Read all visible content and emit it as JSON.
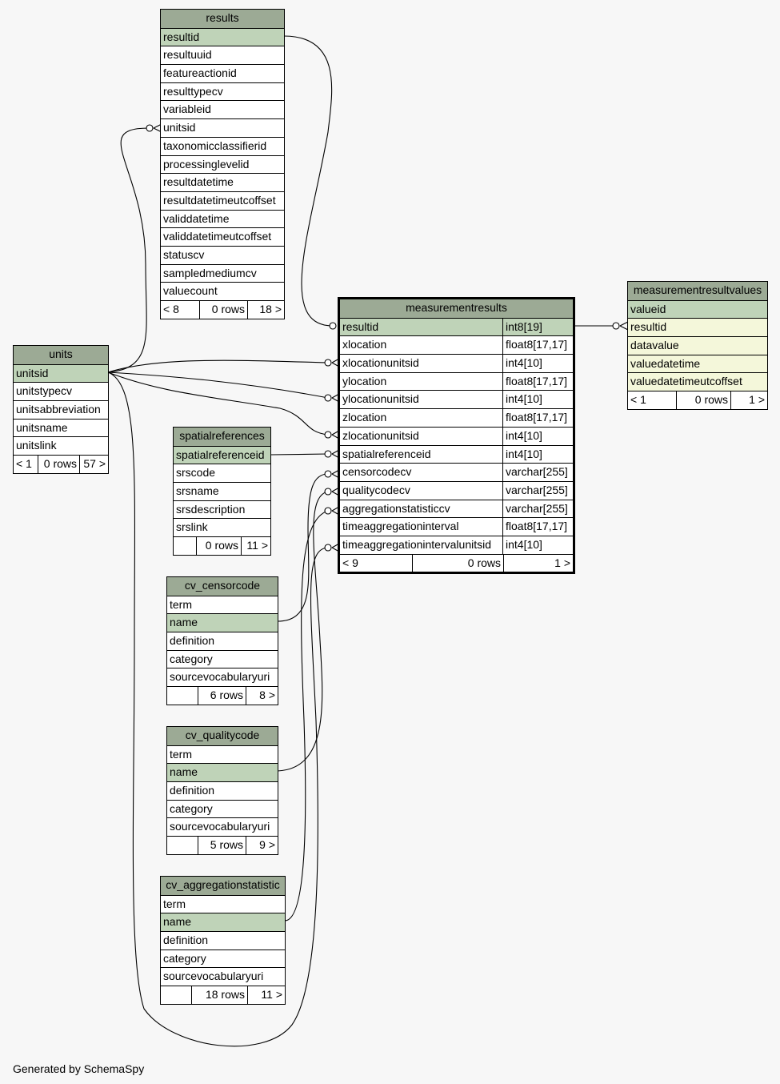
{
  "tables": [
    {
      "id": "results",
      "title": "results",
      "columns": [
        "resultid",
        "resultuuid",
        "featureactionid",
        "resulttypecv",
        "variableid",
        "unitsid",
        "taxonomicclassifierid",
        "processinglevelid",
        "resultdatetime",
        "resultdatetimeutcoffset",
        "validdatetime",
        "validdatetimeutcoffset",
        "statuscv",
        "sampledmediumcv",
        "valuecount"
      ],
      "pk": [
        "resultid"
      ],
      "footer": [
        "< 8",
        "0 rows",
        "18 >"
      ]
    },
    {
      "id": "units",
      "title": "units",
      "columns": [
        "unitsid",
        "unitstypecv",
        "unitsabbreviation",
        "unitsname",
        "unitslink"
      ],
      "pk": [
        "unitsid"
      ],
      "footer": [
        "< 1",
        "0 rows",
        "57 >"
      ]
    },
    {
      "id": "spatialreferences",
      "title": "spatialreferences",
      "columns": [
        "spatialreferenceid",
        "srscode",
        "srsname",
        "srsdescription",
        "srslink"
      ],
      "pk": [
        "spatialreferenceid"
      ],
      "footer": [
        "",
        "0 rows",
        "11 >"
      ]
    },
    {
      "id": "cv_censorcode",
      "title": "cv_censorcode",
      "columns": [
        "term",
        "name",
        "definition",
        "category",
        "sourcevocabularyuri"
      ],
      "pk": [
        "name"
      ],
      "footer": [
        "",
        "6 rows",
        "8 >"
      ]
    },
    {
      "id": "cv_qualitycode",
      "title": "cv_qualitycode",
      "columns": [
        "term",
        "name",
        "definition",
        "category",
        "sourcevocabularyuri"
      ],
      "pk": [
        "name"
      ],
      "footer": [
        "",
        "5 rows",
        "9 >"
      ]
    },
    {
      "id": "cv_aggregationstatistic",
      "title": "cv_aggregationstatistic",
      "columns": [
        "term",
        "name",
        "definition",
        "category",
        "sourcevocabularyuri"
      ],
      "pk": [
        "name"
      ],
      "footer": [
        "",
        "18 rows",
        "11 >"
      ]
    },
    {
      "id": "measurementresults",
      "title": "measurementresults",
      "focus": true,
      "columns": [
        "resultid",
        "xlocation",
        "xlocationunitsid",
        "ylocation",
        "ylocationunitsid",
        "zlocation",
        "zlocationunitsid",
        "spatialreferenceid",
        "censorcodecv",
        "qualitycodecv",
        "aggregationstatisticcv",
        "timeaggregationinterval",
        "timeaggregationintervalunitsid"
      ],
      "types": [
        "int8[19]",
        "float8[17,17]",
        "int4[10]",
        "float8[17,17]",
        "int4[10]",
        "float8[17,17]",
        "int4[10]",
        "int4[10]",
        "varchar[255]",
        "varchar[255]",
        "varchar[255]",
        "float8[17,17]",
        "int4[10]"
      ],
      "pk": [
        "resultid"
      ],
      "footer": [
        "< 9",
        "0 rows",
        "1 >"
      ]
    },
    {
      "id": "measurementresultvalues",
      "title": "measurementresultvalues",
      "columns": [
        "valueid",
        "resultid",
        "datavalue",
        "valuedatetime",
        "valuedatetimeutcoffset"
      ],
      "pk": [
        "valueid"
      ],
      "highlight": [
        "resultid",
        "datavalue",
        "valuedatetime",
        "valuedatetimeutcoffset"
      ],
      "footer": [
        "< 1",
        "0 rows",
        "1 >"
      ]
    }
  ],
  "footer_text": "Generated by SchemaSpy"
}
